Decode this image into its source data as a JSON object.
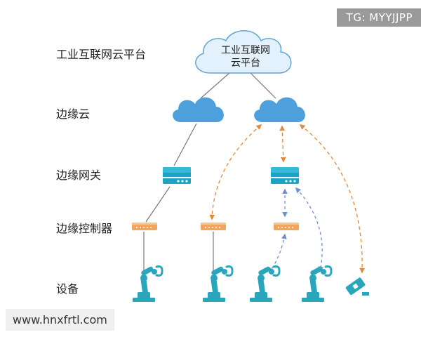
{
  "levels": {
    "platform": "工业互联网云平台",
    "edge_cloud": "边缘云",
    "edge_gateway": "边缘网关",
    "edge_controller": "边缘控制器",
    "device": "设备"
  },
  "top_cloud": {
    "line1": "工业互联网",
    "line2": "云平台"
  },
  "watermarks": {
    "top": "TG: MYYJJPP",
    "bottom": "www.hnxfrtl.com"
  },
  "colors": {
    "top_cloud_fill": "#e2f1fb",
    "top_cloud_stroke": "#5fa4d6",
    "edge_cloud": "#4da0db",
    "gateway": "#1aa3c4",
    "controller": "#f2a65c",
    "device": "#29a6bc",
    "solid_line": "#777777",
    "dashed_orange": "#e08a3c",
    "dashed_blue": "#6f8fd0"
  },
  "icons": {
    "cloud": "cloud-icon",
    "gateway": "router-icon",
    "controller": "controller-icon",
    "robot_arm": "robot-arm-icon",
    "camera": "camera-icon"
  }
}
